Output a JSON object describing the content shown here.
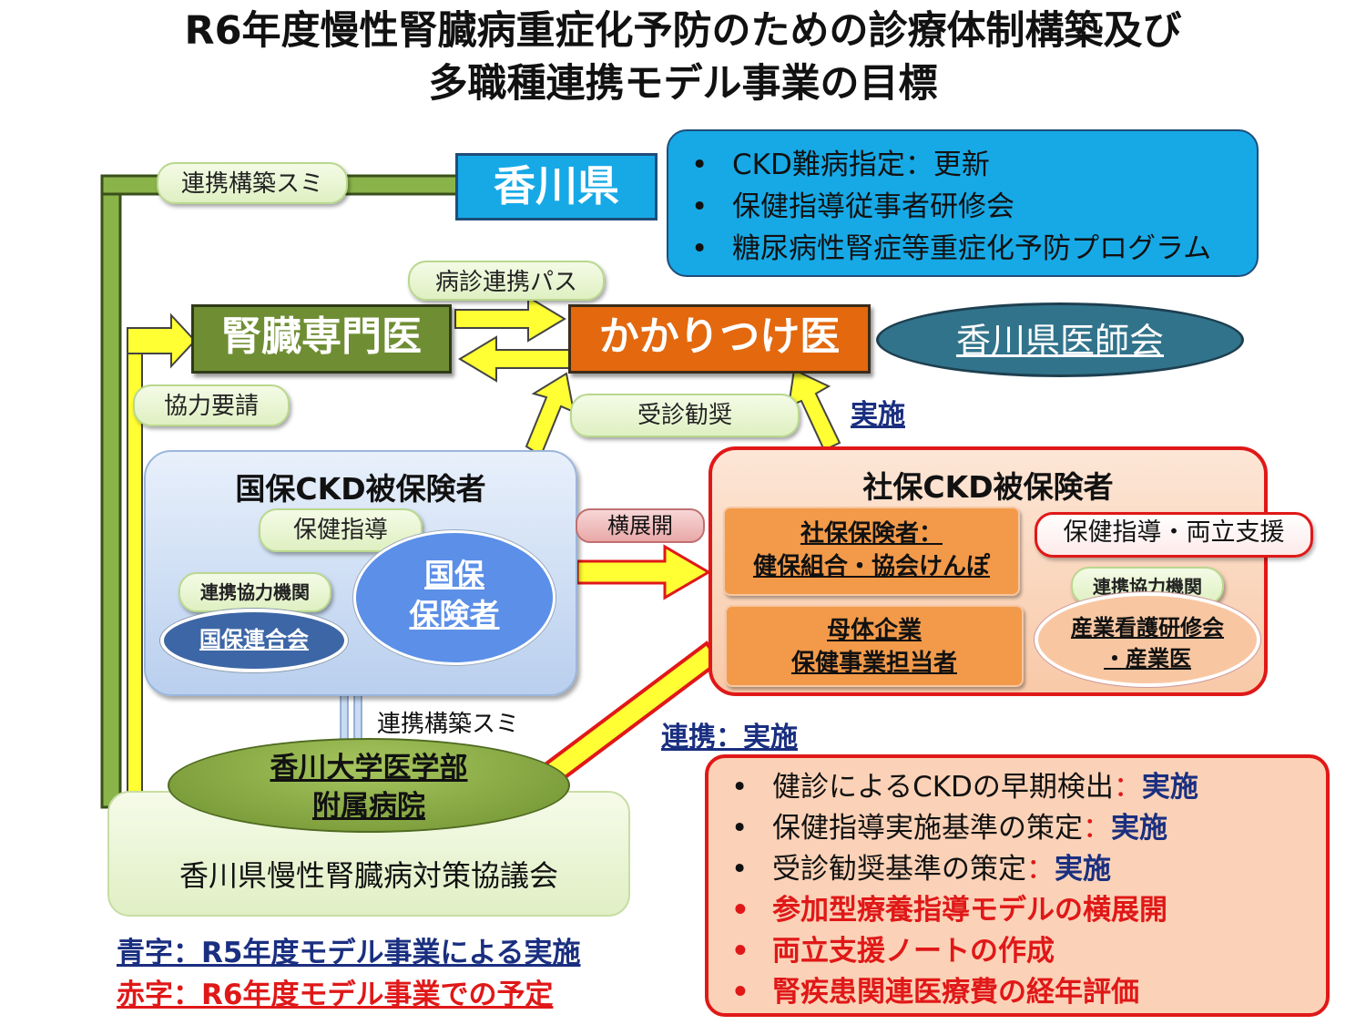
{
  "title": {
    "line1": "R6年度慢性腎臓病重症化予防のための診療体制構築及び",
    "line2": "多職種連携モデル事業の目標"
  },
  "prefecture": {
    "name": "香川県",
    "link_label": "連携構築スミ",
    "tasks": [
      "CKD難病指定：更新",
      "保健指導従事者研修会",
      "糖尿病性腎症等重症化予防プログラム"
    ]
  },
  "specialist": "腎臓専門医",
  "gp": "かかりつけ医",
  "medical_association": "香川県医師会",
  "path_label": "病診連携パス",
  "cooperation_request": "協力要請",
  "consult_recommend": "受診勧奨",
  "implemented": "実施",
  "kokuho": {
    "title": "国保CKD被保険者",
    "health_guidance": "保健指導",
    "partner_label": "連携協力機関",
    "federation": "国保連合会",
    "insurer_line1": "国保",
    "insurer_line2": "保険者"
  },
  "horizontal_expansion": "横展開",
  "shaho": {
    "title": "社保CKD被保険者",
    "insurer_line1": "社保保険者：",
    "insurer_line2": "健保組合・協会けんぽ",
    "support": "保健指導・両立支援",
    "company_line1": "母体企業",
    "company_line2": "保健事業担当者",
    "partner_label": "連携協力機関",
    "nurse_line1": "産業看護研修会",
    "nurse_line2": "・産業医"
  },
  "university_link": "連携構築スミ",
  "cooperation_implemented": "連携：実施",
  "university": {
    "line1": "香川大学医学部",
    "line2": "附属病院"
  },
  "council": "香川県慢性腎臓病対策協議会",
  "goals": [
    {
      "text": "健診によるCKDの早期検出",
      "sep": "：",
      "status": "実施",
      "red": false
    },
    {
      "text": "保健指導実施基準の策定",
      "sep": "：",
      "status": "実施",
      "red": false
    },
    {
      "text": "受診勧奨基準の策定",
      "sep": "：",
      "status": "実施",
      "red": false
    },
    {
      "text": "参加型療養指導モデルの横展開",
      "sep": "",
      "status": "",
      "red": true
    },
    {
      "text": "両立支援ノートの作成",
      "sep": "",
      "status": "",
      "red": true
    },
    {
      "text": "腎疾患関連医療費の経年評価",
      "sep": "",
      "status": "",
      "red": true
    }
  ],
  "legend": {
    "blue": "青字：R5年度モデル事業による実施",
    "red": "赤字：R6年度モデル事業での予定"
  },
  "colors": {
    "prefecture_blue": "#17a9e6",
    "specialist_green": "#6f8e34",
    "gp_orange": "#e3680e",
    "accent_red": "#e01818",
    "accent_navy": "#1a2f80",
    "arrow_yellow": "#ffff33"
  }
}
